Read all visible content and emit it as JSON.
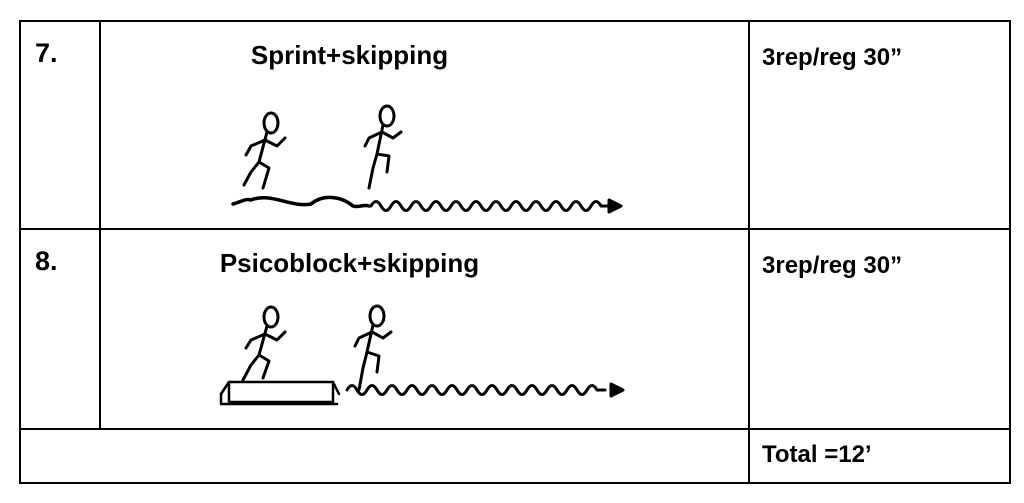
{
  "rows": [
    {
      "number": "7.",
      "exercise": "Sprint+skipping",
      "reps": "3rep/reg 30”",
      "illustration": "sprinting-figure-then-skipping-figure-with-wavy-arrow"
    },
    {
      "number": "8.",
      "exercise": "Psicoblock+skipping",
      "reps": "3rep/reg 30”",
      "illustration": "figure-on-block-then-skipping-figure-with-wavy-arrow"
    }
  ],
  "footer": {
    "total": "Total =12’"
  }
}
